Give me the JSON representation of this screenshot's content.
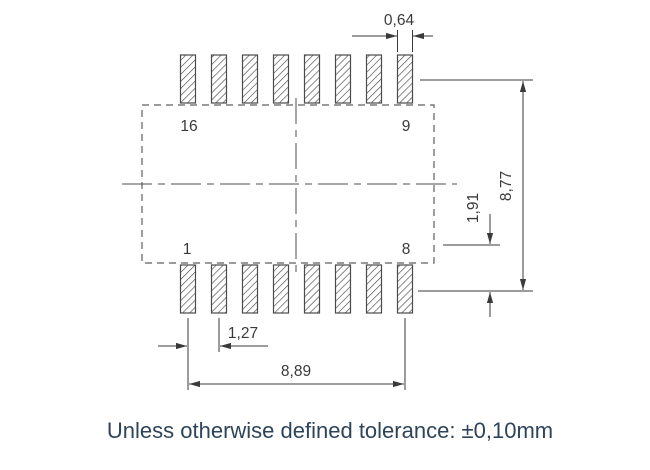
{
  "pins": {
    "top_left": "16",
    "top_right": "9",
    "bottom_left": "1",
    "bottom_right": "8"
  },
  "dims": {
    "pad_width": "0,64",
    "pitch": "1,27",
    "row_span_width": "8,89",
    "overall_height": "8,77",
    "pad_length": "1,91"
  },
  "caption": "Unless otherwise defined tolerance: ±0,10mm",
  "colors": {
    "line": "#3a3a3a",
    "hatch": "#4a4a4a",
    "dashed_outline": "#5f5f5f",
    "caption_text": "#2e4459",
    "background": "#ffffff"
  }
}
